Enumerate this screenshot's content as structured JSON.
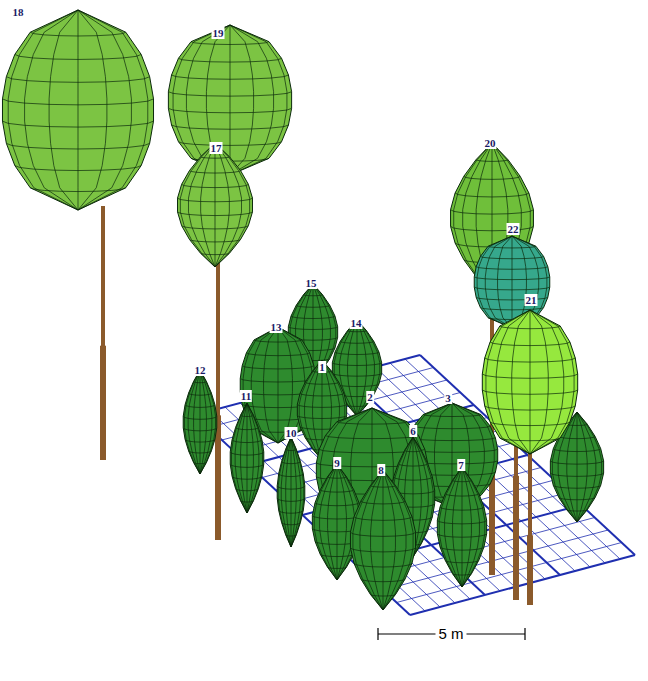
{
  "diagram": {
    "labels": [
      "18",
      "19",
      "17",
      "20",
      "22",
      "15",
      "13",
      "14",
      "1",
      "12",
      "11",
      "2",
      "3",
      "10",
      "6",
      "9",
      "8",
      "7",
      "21",
      "5 m"
    ]
  }
}
